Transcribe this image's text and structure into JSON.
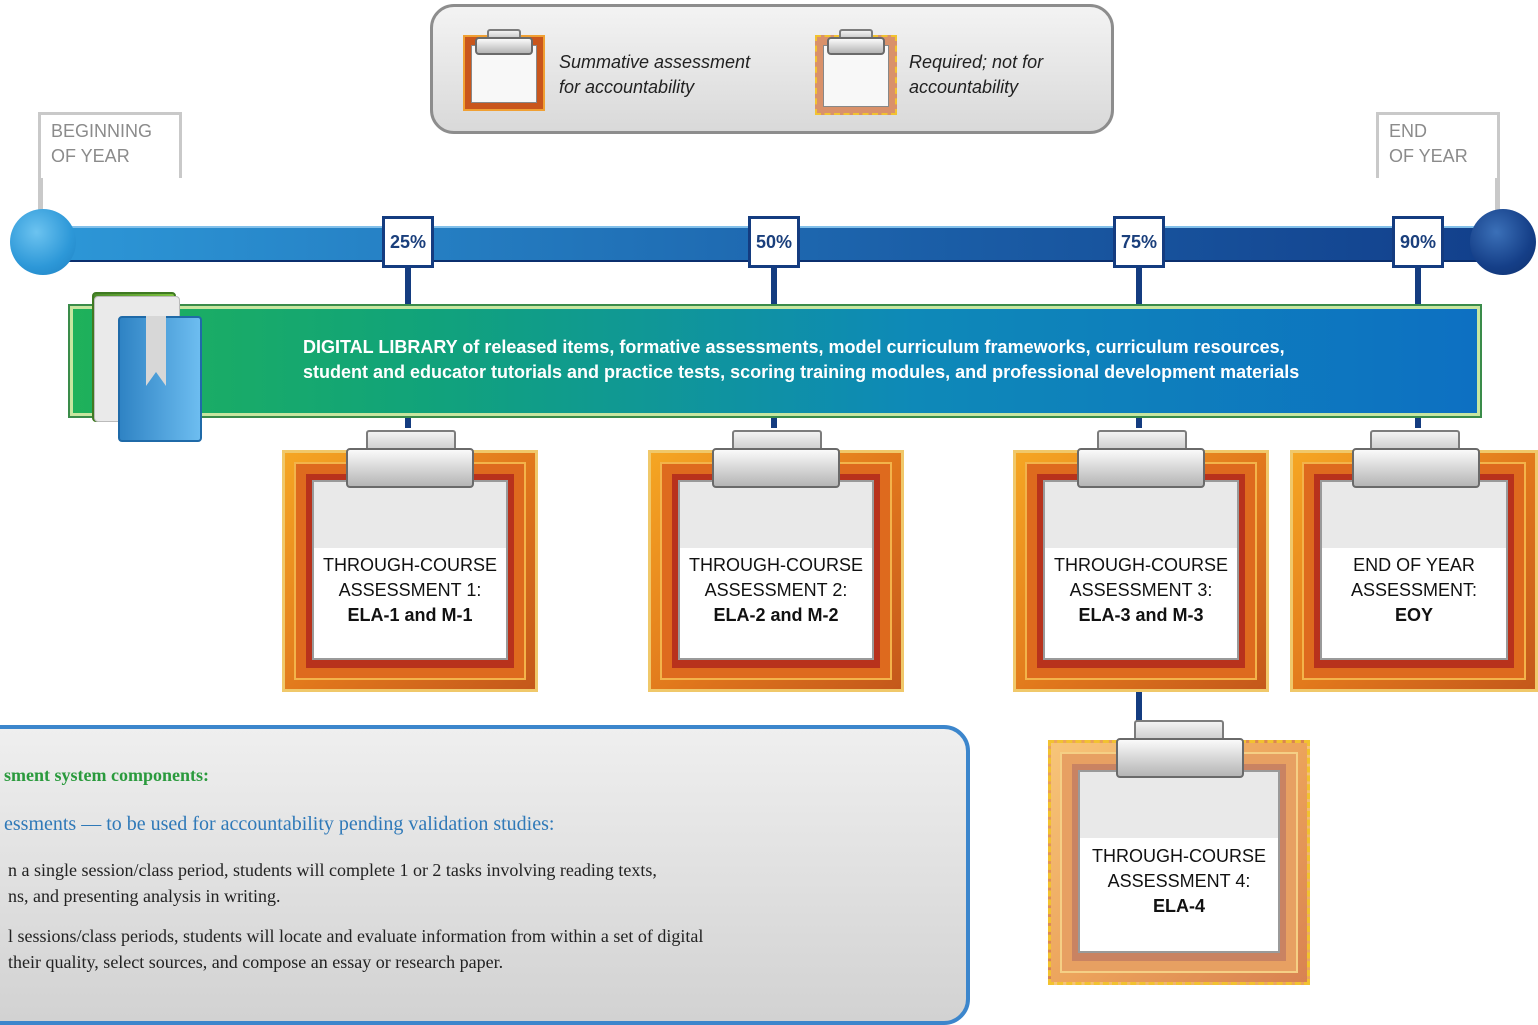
{
  "legend": {
    "summative_label": "Summative assessment for accountability",
    "required_label": "Required; not for accountability",
    "summative_line1": "Summative assessment",
    "summative_line2": "for accountability",
    "required_line1": "Required; not for",
    "required_line2": "accountability"
  },
  "year_markers": {
    "beginning_line1": "BEGINNING",
    "beginning_line2": "OF YEAR",
    "end_line1": "END",
    "end_line2": "OF YEAR"
  },
  "timeline": {
    "milestones": [
      "25%",
      "50%",
      "75%",
      "90%"
    ]
  },
  "digital_library": {
    "title": "DIGITAL LIBRARY",
    "line1": " of released items, formative assessments, model curriculum frameworks, curriculum resources,",
    "line2": "student and educator tutorials and practice tests, scoring training modules, and professional development materials"
  },
  "assessments": [
    {
      "line1": "THROUGH-COURSE",
      "line2": "ASSESSMENT 1:",
      "code": "ELA-1 and M-1"
    },
    {
      "line1": "THROUGH-COURSE",
      "line2": "ASSESSMENT 2:",
      "code": "ELA-2 and M-2"
    },
    {
      "line1": "THROUGH-COURSE",
      "line2": "ASSESSMENT 3:",
      "code": "ELA-3 and M-3"
    },
    {
      "line1": "END OF YEAR",
      "line2": "ASSESSMENT:",
      "code": "EOY"
    },
    {
      "line1": "THROUGH-COURSE",
      "line2": "ASSESSMENT 4:",
      "code": "ELA-4"
    }
  ],
  "info": {
    "heading": "sment system components:",
    "subheading": "essments — to be used for accountability pending validation studies:",
    "lines": [
      "n a single session/class period, students will complete 1 or 2 tasks involving reading texts,",
      "ns, and presenting analysis in writing.",
      "l sessions/class periods, students will locate and evaluate information from within a set of digital",
      " their quality, select sources, and compose an essay or research paper."
    ]
  },
  "colors": {
    "timeline_start": "#2d98d8",
    "timeline_end": "#123f8b",
    "library_green": "#1fb15a",
    "library_blue": "#0d70c2",
    "summative_orange": "#e0761c",
    "required_gold": "#f2c230",
    "info_heading_green": "#2a9a3d",
    "info_subheading_blue": "#2f79b8"
  }
}
